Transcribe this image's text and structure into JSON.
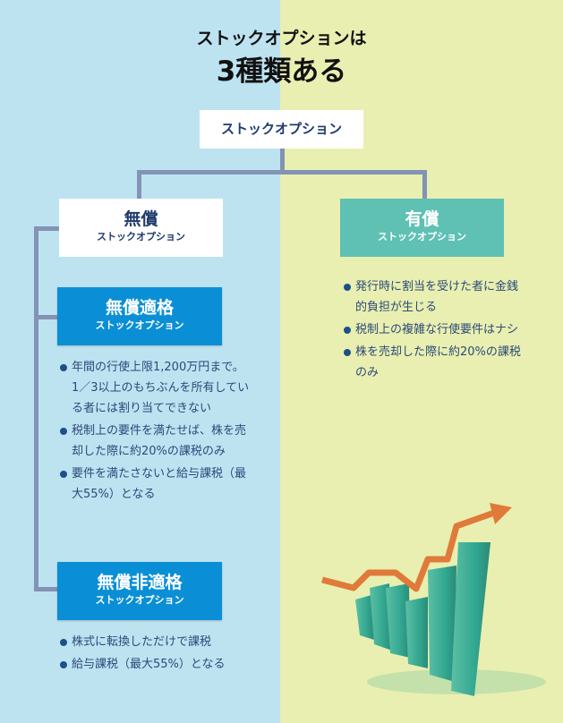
{
  "title": {
    "line1": "ストックオプションは",
    "line2": "3種類ある"
  },
  "root": {
    "label": "ストックオプション"
  },
  "free": {
    "main": "無償",
    "sub": "ストックオプション"
  },
  "paid": {
    "main": "有償",
    "sub": "ストックオプション",
    "bullets": [
      "発行時に割当を受けた者に金銭的負担が生じる",
      "税制上の複雑な行使要件はナシ",
      "株を売却した際に約20%の課税のみ"
    ]
  },
  "qualified": {
    "main": "無償適格",
    "sub": "ストックオプション",
    "bullets": [
      "年間の行使上限1,200万円まで。1／3以上のもちぶんを所有している者には割り当てできない",
      "税制上の要件を満たせば、株を売却した際に約20%の課税のみ",
      "要件を満たさないと給与課税（最大55%）となる"
    ]
  },
  "nonqualified": {
    "main": "無償非適格",
    "sub": "ストックオプション",
    "bullets": [
      "株式に転換しただけで課税",
      "給与課税（最大55%）となる"
    ]
  },
  "colors": {
    "left_bg": "#bde3f1",
    "right_bg": "#e9efb0",
    "teal": "#5fc0b4",
    "blue": "#0a8fd6",
    "connector": "#8393b5",
    "arrow": "#e07a3a"
  }
}
